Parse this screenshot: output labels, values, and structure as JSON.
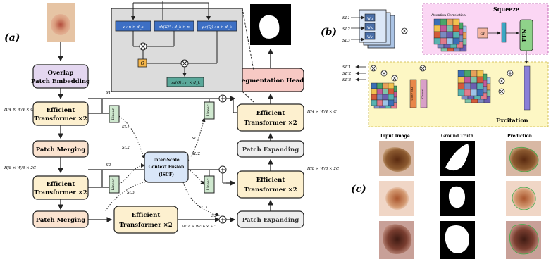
{
  "panels": {
    "a": "(a)",
    "b": "(b)",
    "c": "(c)"
  },
  "encoder": {
    "overlap": [
      "Overlap",
      "Patch Embedding"
    ],
    "transformer": [
      "Efficient",
      "Transformer ×2"
    ],
    "patch_merging": "Patch Merging",
    "transformer3": [
      "Efficient",
      "Transformer ×2"
    ]
  },
  "decoder": {
    "seg_head": "Segmentation Head",
    "transformer": [
      "Efficient",
      "Transformer ×2"
    ],
    "patch_expanding": "Patch Expanding"
  },
  "iscf": [
    "Inter-Scale",
    "Context Fusion",
    "(ISCF)"
  ],
  "linear": "Linear",
  "skip_labels": {
    "s1": "S1",
    "s2": "S2",
    "s3": "S3",
    "sl1": "SL1",
    "sl2": "SL2",
    "sl3": "SL3",
    "sl1p": "SL′1",
    "sl2p": "SL′2",
    "sl3p": "SL′3"
  },
  "dims": {
    "d1": "H/4 × W/4 × C",
    "d2": "H/8 × W/8 × 2C",
    "d3": "H/16 × W/16 × 5C"
  },
  "attention": {
    "v": "v : n × d_k",
    "k": "ρk(K)ᵀ : d_k × n",
    "q": "ρq(Q) : n × d_k",
    "g": "G",
    "out": "ρq(Q) : n × d_k"
  },
  "panel_b": {
    "squeeze": "Squeeze",
    "excitation": "Excitation",
    "attention_correlation": "Attention Correlation",
    "ffn": "FFN",
    "gp": "GP",
    "concat": "Concat",
    "conv": "Conv 3x3",
    "w_q": "Wq",
    "w_k": "Wk",
    "w_v": "Wv",
    "inputs": [
      "SL1",
      "SL2",
      "SL3"
    ],
    "outputs": [
      "SL′1",
      "SL′2",
      "SL′3"
    ]
  },
  "panel_c": {
    "headers": [
      "Input Image",
      "Ground Truth",
      "Prediction"
    ]
  },
  "colors": {
    "overlap": "#e4d7f0",
    "transformer": "#fdf0cf",
    "merging": "#fbe3d0",
    "expand": "#eeeeee",
    "seg": "#f7c9c4",
    "iscf": "#d9e6f8",
    "linear": "#cfe8cf",
    "squeeze": "#fbd6f4",
    "excitation": "#fdf7c4",
    "ffn": "#8fd28a"
  }
}
